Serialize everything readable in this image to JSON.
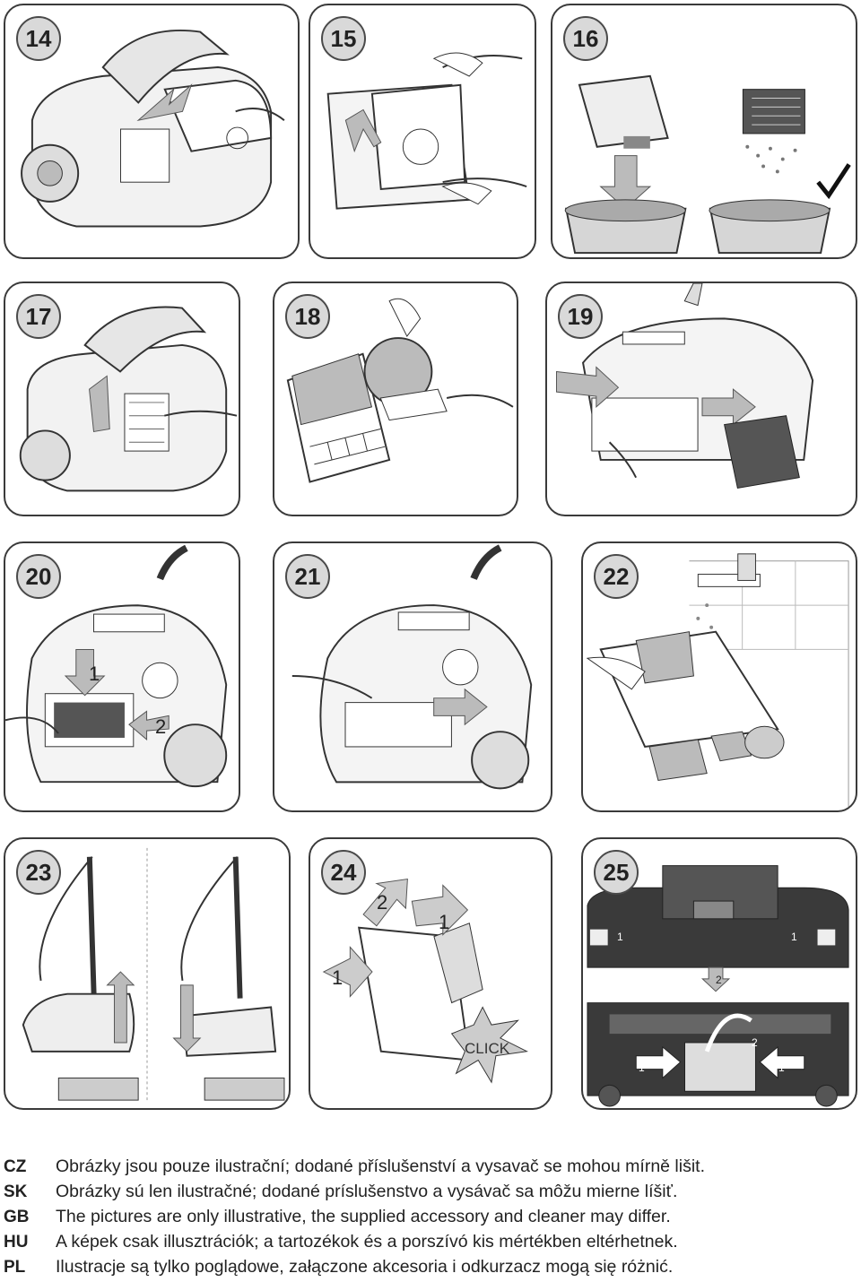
{
  "panels": [
    {
      "num": "14"
    },
    {
      "num": "15"
    },
    {
      "num": "16"
    },
    {
      "num": "17"
    },
    {
      "num": "18"
    },
    {
      "num": "19"
    },
    {
      "num": "20"
    },
    {
      "num": "21"
    },
    {
      "num": "22"
    },
    {
      "num": "23"
    },
    {
      "num": "24"
    },
    {
      "num": "25"
    }
  ],
  "p20_labels": {
    "a": "1",
    "b": "2"
  },
  "p24_labels": {
    "a": "2",
    "b": "1",
    "c": "1",
    "click": "CLICK"
  },
  "p25_labels": {
    "a": "1",
    "b": "1",
    "c": "2",
    "d": "2",
    "e": "1",
    "f": "1"
  },
  "notes": [
    {
      "lang": "CZ",
      "text": "Obrázky jsou pouze ilustrační; dodané příslušenství a vysavač se mohou mírně lišit."
    },
    {
      "lang": "SK",
      "text": "Obrázky sú len ilustračné; dodané príslušenstvo a vysávač sa môžu mierne líšiť."
    },
    {
      "lang": "GB",
      "text": "The pictures are only illustrative, the supplied accessory and cleaner may differ."
    },
    {
      "lang": "HU",
      "text": "A képek csak illusztrációk; a tartozékok és a porszívó kis mértékben eltérhetnek."
    },
    {
      "lang": "PL",
      "text": "Ilustracje są tylko poglądowe, załączone akcesoria i odkurzacz mogą się różnić."
    }
  ]
}
